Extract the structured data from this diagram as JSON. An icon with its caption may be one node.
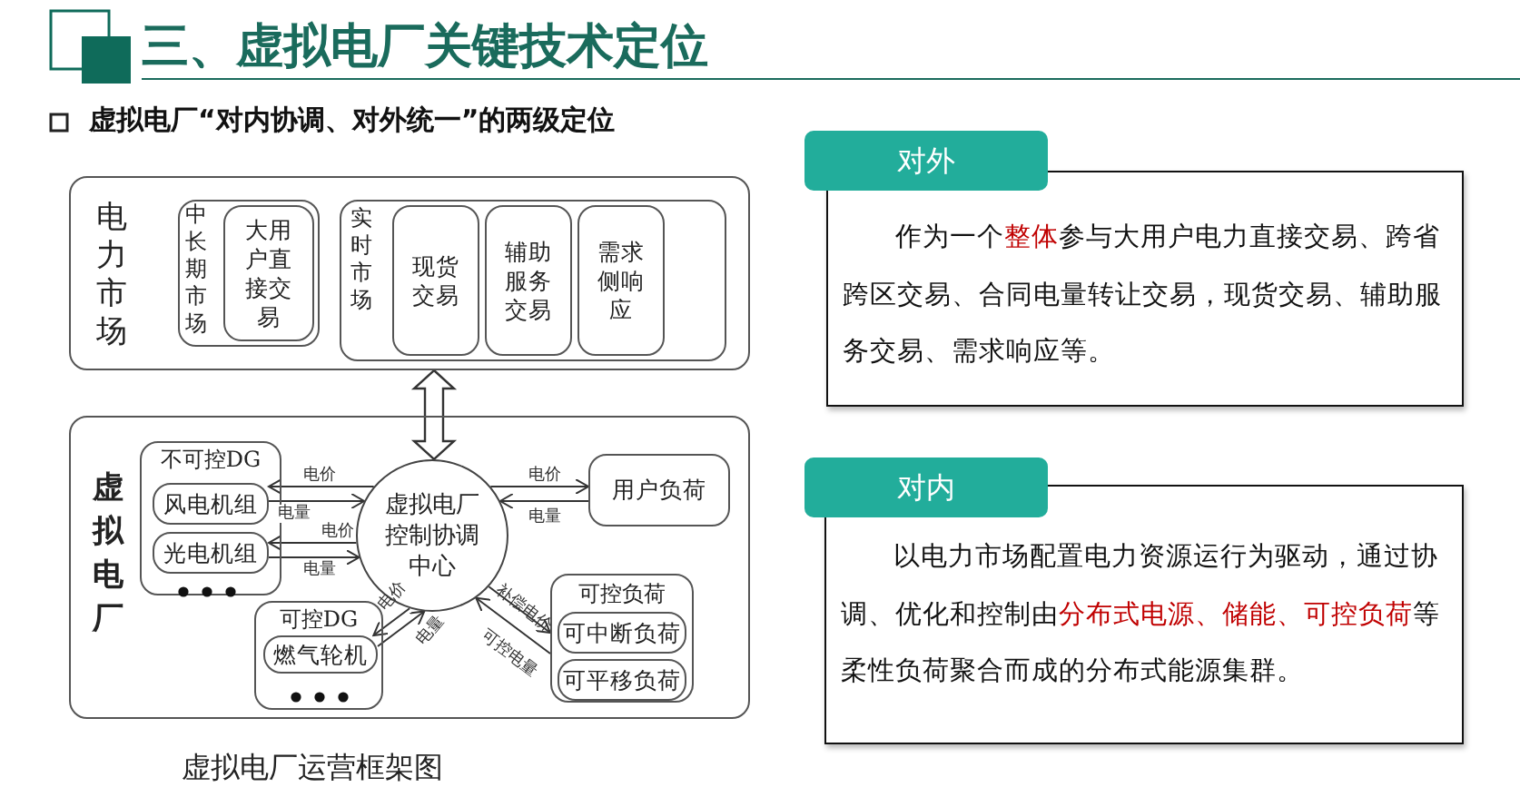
{
  "diagram": {
    "title": "三、虚拟电厂关键技术定位",
    "caption": "虚拟电厂运营框架图",
    "labels": [
      "虚拟电厂“对内协调、对外统一”的两级定位"
    ],
    "nodes": [
      {
        "text": [
          "电力市场"
        ]
      },
      {
        "text": [
          "中长期市场"
        ],
        "in": 0
      },
      {
        "text": [
          "大用户直接交易"
        ],
        "in": 1
      },
      {
        "text": [
          "实时市场"
        ],
        "in": 0
      },
      {
        "text": [
          "现货交易"
        ],
        "in": 3
      },
      {
        "text": [
          "辅助服务交易"
        ],
        "in": 3
      },
      {
        "text": [
          "需求侧响应"
        ],
        "in": 3
      },
      {
        "text": [
          "虚拟电厂"
        ]
      },
      {
        "text": [
          "不可控DG"
        ],
        "in": 7
      },
      {
        "text": [
          "风电机组"
        ],
        "in": 8
      },
      {
        "text": [
          "光电机组"
        ],
        "in": 8
      },
      {
        "text": [
          "虚拟电厂控制协调中心"
        ],
        "in": 7
      },
      {
        "text": [
          "用户负荷"
        ],
        "in": 7
      },
      {
        "text": [
          "可控DG"
        ],
        "in": 7
      },
      {
        "text": [
          "燃气轮机"
        ],
        "in": 13
      },
      {
        "text": [
          "可控负荷"
        ],
        "in": 7
      },
      {
        "text": [
          "可中断负荷"
        ],
        "in": 15
      },
      {
        "text": [
          "可平移负荷"
        ],
        "in": 15
      },
      {
        "text": [
          "对外",
          "作为一个**整体**参与大用户电力直接交易、跨省跨区交易、合同电量转让交易，现货交易、辅助服务交易、需求响应等。"
        ]
      },
      {
        "text": [
          "对内",
          "以电力市场配置电力资源运行为驱动，通过协调、优化和控制由**分布式电源、储能、可控负荷**等柔性负荷聚合而成的分布式能源集群。"
        ]
      }
    ],
    "edges": [
      {
        "from": 0,
        "to": 11,
        "arrow": "both",
        "style": "thick"
      },
      {
        "from": 11,
        "to": 9,
        "arrow": "to",
        "label": "电价"
      },
      {
        "from": 9,
        "to": 11,
        "arrow": "to",
        "label": "电量"
      },
      {
        "from": 11,
        "to": 10,
        "arrow": "to",
        "label": "电价"
      },
      {
        "from": 10,
        "to": 11,
        "arrow": "to",
        "label": "电量"
      },
      {
        "from": 11,
        "to": 12,
        "arrow": "to",
        "label": "电价"
      },
      {
        "from": 12,
        "to": 11,
        "arrow": "to",
        "label": "电量"
      },
      {
        "from": 11,
        "to": 14,
        "arrow": "to",
        "label": "电价"
      },
      {
        "from": 14,
        "to": 11,
        "arrow": "to",
        "label": "电量"
      },
      {
        "from": 11,
        "to": 15,
        "arrow": "to",
        "label": "补偿电价"
      },
      {
        "from": 15,
        "to": 11,
        "arrow": "to",
        "label": "可控电量"
      }
    ]
  }
}
